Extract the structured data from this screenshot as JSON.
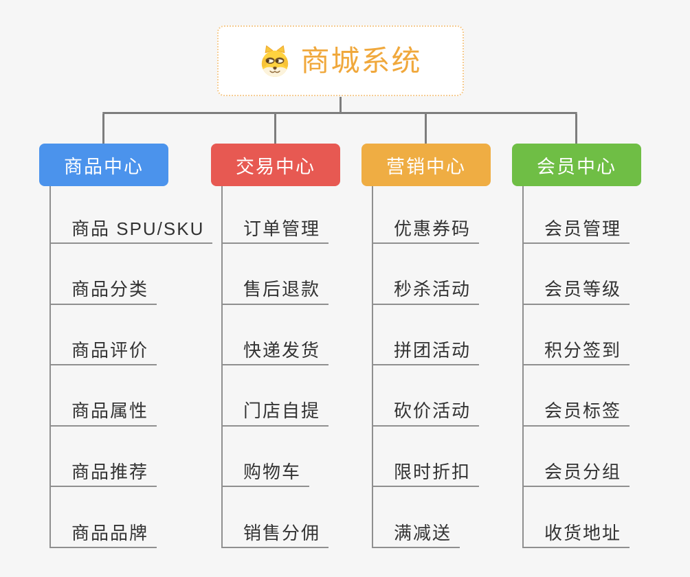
{
  "page": {
    "background": "#F6F6F6"
  },
  "root": {
    "title": "商城系统",
    "icon": "dog-face-icon",
    "text_color": "#F0A83C",
    "border_color": "#F5CB90",
    "background": "#FFFFFF"
  },
  "connectors": {
    "tree_line_color": "#7D7D7D",
    "leaf_line_color": "#8F8F8F"
  },
  "leaf_text_color": "#333333",
  "branches": [
    {
      "id": "product-center",
      "label": "商品中心",
      "color": "#4B93EC",
      "items": [
        "商品 SPU/SKU",
        "商品分类",
        "商品评价",
        "商品属性",
        "商品推荐",
        "商品品牌"
      ]
    },
    {
      "id": "trade-center",
      "label": "交易中心",
      "color": "#E75952",
      "items": [
        "订单管理",
        "售后退款",
        "快递发货",
        "门店自提",
        "购物车",
        "销售分佣"
      ]
    },
    {
      "id": "marketing-center",
      "label": "营销中心",
      "color": "#EFAD43",
      "items": [
        "优惠券码",
        "秒杀活动",
        "拼团活动",
        "砍价活动",
        "限时折扣",
        "满减送"
      ]
    },
    {
      "id": "member-center",
      "label": "会员中心",
      "color": "#6FBE45",
      "items": [
        "会员管理",
        "会员等级",
        "积分签到",
        "会员标签",
        "会员分组",
        "收货地址"
      ]
    }
  ]
}
